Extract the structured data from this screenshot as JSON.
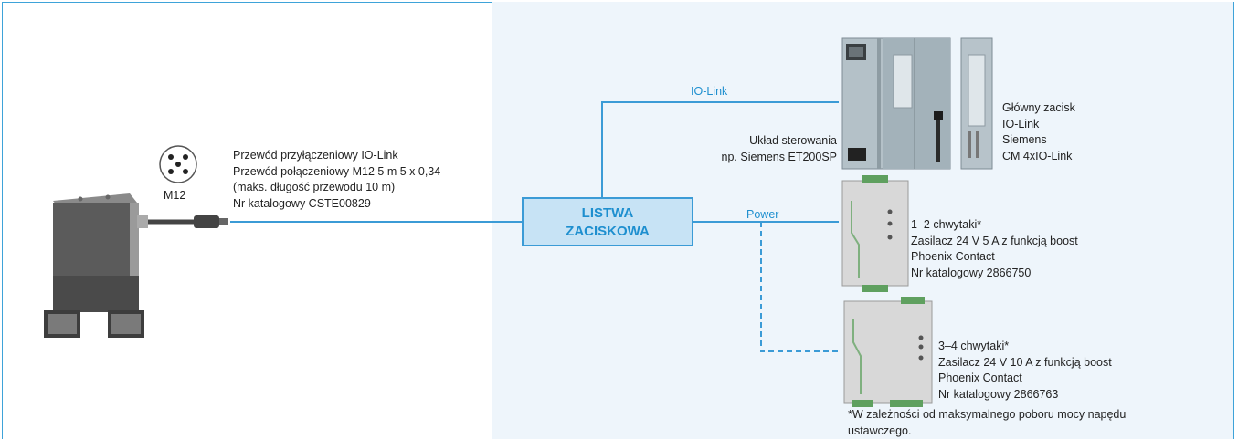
{
  "connector": {
    "label": "M12"
  },
  "cable": {
    "lines": [
      "Przewód przyłączeniowy IO-Link",
      "Przewód połączeniowy M12 5 m 5 x 0,34",
      "(maks. długość przewodu 10 m)",
      "Nr katalogowy CSTE00829"
    ]
  },
  "terminal_strip": {
    "lines": [
      "LISTWA",
      "ZACISKOWA"
    ]
  },
  "links": {
    "iolink": "IO-Link",
    "power": "Power"
  },
  "controller": {
    "lines": [
      "Układ sterowania",
      "np. Siemens ET200SP"
    ]
  },
  "master": {
    "lines": [
      "Główny zacisk",
      "IO-Link",
      "Siemens",
      "CM 4xIO-Link"
    ]
  },
  "psu1": {
    "lines": [
      "1–2 chwytaki*",
      "Zasilacz 24 V 5 A z funkcją boost",
      "Phoenix Contact",
      "Nr katalogowy 2866750"
    ]
  },
  "psu2": {
    "lines": [
      "3–4 chwytaki*",
      "Zasilacz 24 V 10 A z funkcją boost",
      "Phoenix Contact",
      "Nr katalogowy 2866763"
    ]
  },
  "footnote": {
    "lines": [
      "*W zależności od maksymalnego poboru mocy napędu",
      "ustawczego."
    ]
  },
  "colors": {
    "accent": "#1e8fcf",
    "frame": "#3ea3d9",
    "panel": "#eef5fb",
    "box_fill": "#c7e3f5"
  }
}
